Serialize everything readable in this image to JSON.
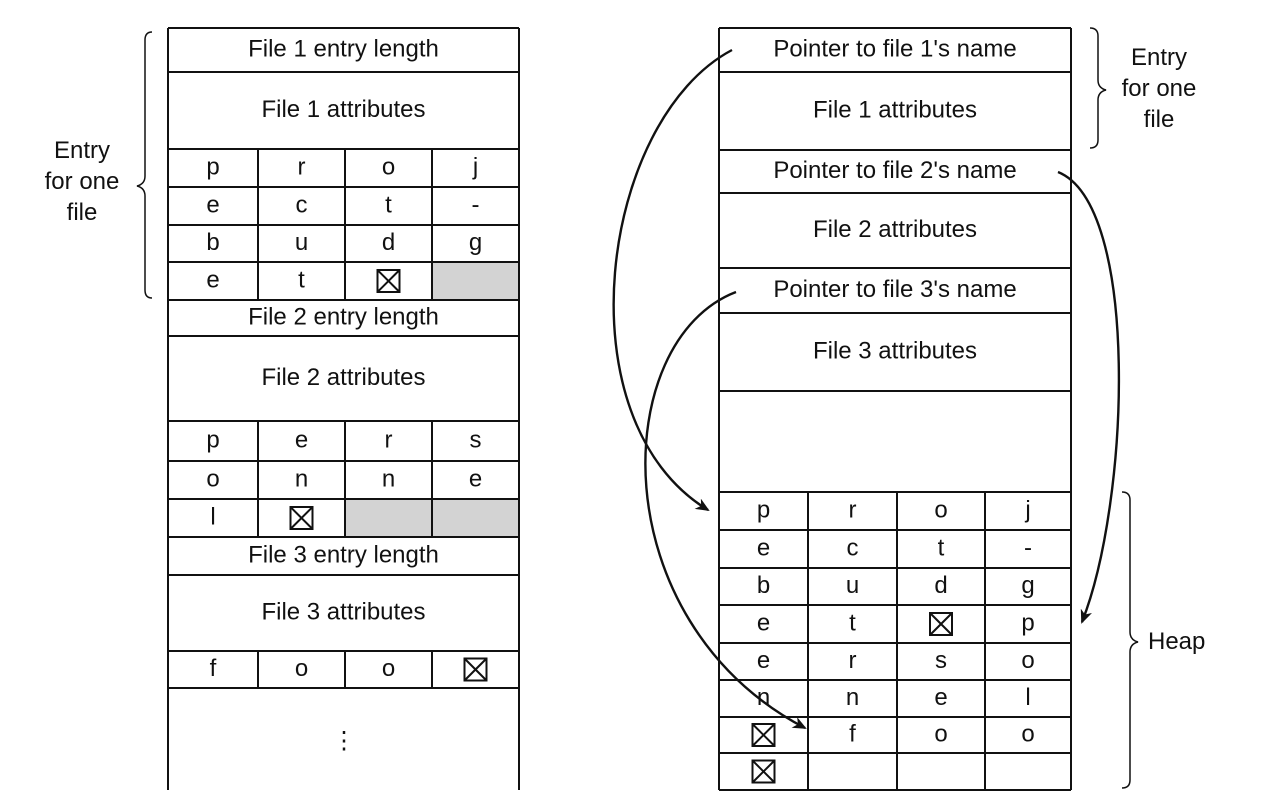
{
  "left": {
    "brace_label": [
      "Entry",
      "for one",
      "file"
    ],
    "rows": [
      {
        "type": "text",
        "text": "File 1 entry length"
      },
      {
        "type": "text",
        "text": "File 1 attributes"
      },
      {
        "type": "cells",
        "cells": [
          "p",
          "r",
          "o",
          "j"
        ]
      },
      {
        "type": "cells",
        "cells": [
          "e",
          "c",
          "t",
          "-"
        ]
      },
      {
        "type": "cells",
        "cells": [
          "b",
          "u",
          "d",
          "g"
        ]
      },
      {
        "type": "cells",
        "cells": [
          "e",
          "t",
          "#END",
          "#PAD"
        ]
      },
      {
        "type": "text",
        "text": "File 2 entry length"
      },
      {
        "type": "text",
        "text": "File 2 attributes"
      },
      {
        "type": "cells",
        "cells": [
          "p",
          "e",
          "r",
          "s"
        ]
      },
      {
        "type": "cells",
        "cells": [
          "o",
          "n",
          "n",
          "e"
        ]
      },
      {
        "type": "cells",
        "cells": [
          "l",
          "#END",
          "#PAD",
          "#PAD"
        ]
      },
      {
        "type": "text",
        "text": "File 3 entry length"
      },
      {
        "type": "text",
        "text": "File 3 attributes"
      },
      {
        "type": "cells",
        "cells": [
          "f",
          "o",
          "o",
          "#END"
        ]
      },
      {
        "type": "more",
        "text": "⋮"
      }
    ]
  },
  "right": {
    "brace_label": [
      "Entry",
      "for one",
      "file"
    ],
    "heap_label": "Heap",
    "rows": [
      {
        "type": "text",
        "text": "Pointer to file 1's name"
      },
      {
        "type": "text",
        "text": "File 1 attributes"
      },
      {
        "type": "text",
        "text": "Pointer to file 2's name"
      },
      {
        "type": "text",
        "text": "File 2 attributes"
      },
      {
        "type": "text",
        "text": "Pointer to file 3's name"
      },
      {
        "type": "text",
        "text": "File 3 attributes"
      },
      {
        "type": "blank",
        "text": ""
      }
    ],
    "heap": [
      [
        "p",
        "r",
        "o",
        "j"
      ],
      [
        "e",
        "c",
        "t",
        "-"
      ],
      [
        "b",
        "u",
        "d",
        "g"
      ],
      [
        "e",
        "t",
        "#END",
        "p"
      ],
      [
        "e",
        "r",
        "s",
        "o"
      ],
      [
        "n",
        "n",
        "e",
        "l"
      ],
      [
        "#END",
        "f",
        "o",
        "o"
      ],
      [
        "#END",
        "",
        "",
        ""
      ]
    ]
  },
  "colors": {
    "line": "#111111",
    "pad": "#d3d3d3"
  },
  "icons": {
    "end_marker": "crossed-box-icon"
  }
}
